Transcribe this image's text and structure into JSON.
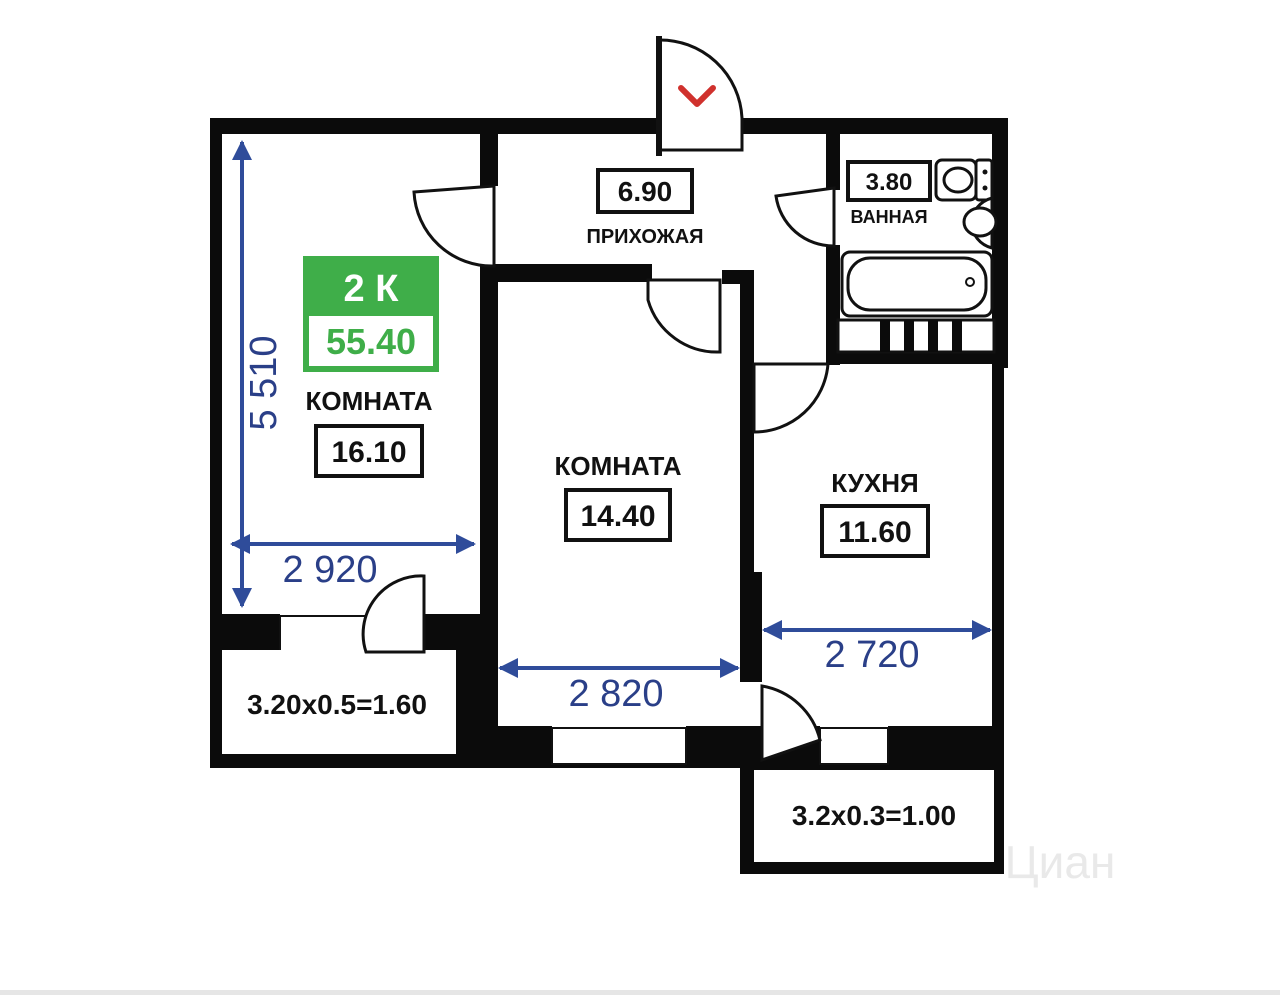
{
  "badge": {
    "rooms": "2 К",
    "total_area": "55.40",
    "color": "#3fae49"
  },
  "rooms": {
    "room1": {
      "label": "КОМНАТА",
      "area": "16.10"
    },
    "room2": {
      "label": "КОМНАТА",
      "area": "14.40"
    },
    "hallway": {
      "label": "ПРИХОЖАЯ",
      "area": "6.90"
    },
    "bathroom": {
      "label": "ВАННАЯ",
      "area": "3.80"
    },
    "kitchen": {
      "label": "КУХНЯ",
      "area": "11.60"
    }
  },
  "balconies": {
    "left": "3.20x0.5=1.60",
    "right": "3.2x0.3=1.00"
  },
  "dimensions": {
    "room1_height": "5 510",
    "room1_width": "2 920",
    "room2_width": "2 820",
    "kitchen_width": "2 720"
  },
  "entrance_marker": {
    "icon": "chevron-down-icon",
    "color": "#d0312d"
  },
  "dimension_color": "#2f4c9a",
  "watermark": "Циан"
}
